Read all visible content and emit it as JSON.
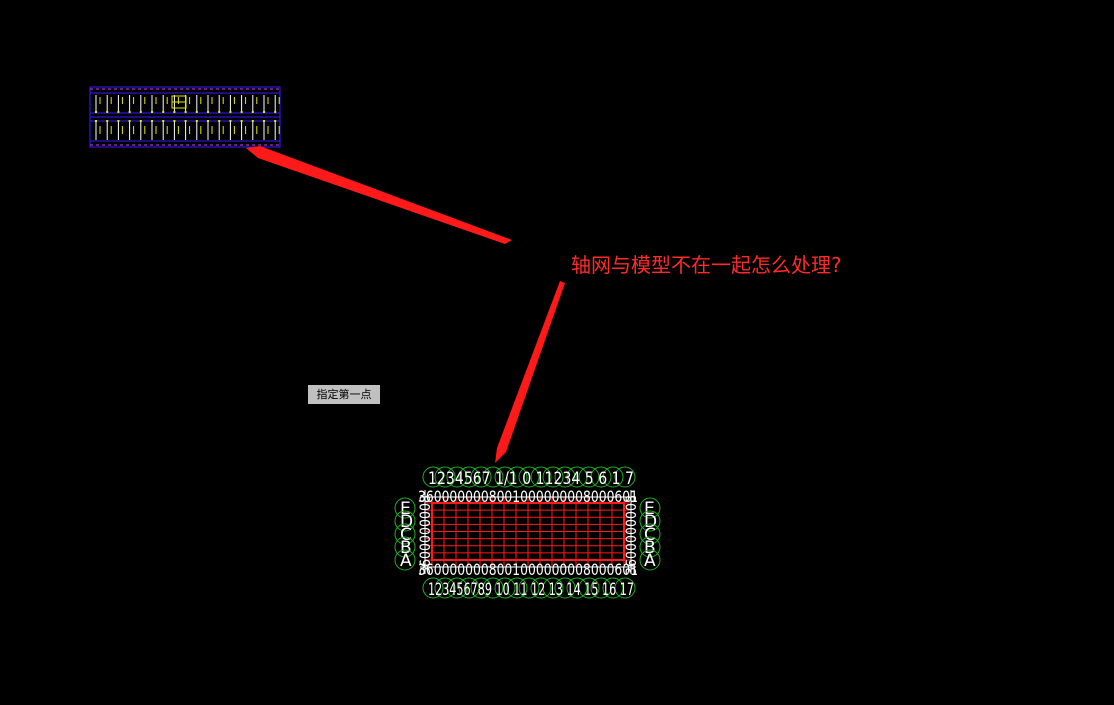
{
  "cad_view": {
    "background_color": "#000000",
    "annotation": {
      "text": "轴网与模型不在一起怎么处理?",
      "color": "#ff2a2a"
    },
    "command_prompt": {
      "text": "指定第一点"
    },
    "model": {
      "outline_color": "#3a1cff",
      "column_color": "#e6e60a",
      "accent_color": "#d03cff",
      "wall_color": "#ffffff"
    },
    "axis_grid": {
      "grid_color": "#ff1a1a",
      "bubble_color": "#20b020",
      "label_color": "#ffffff",
      "top_numbers": "1234567 1/1 0 11234 5 6 1 7",
      "bottom_numbers": "123456789 10 11 12 13 14 15 16 17",
      "left_letters": [
        "E",
        "D",
        "C",
        "B",
        "A"
      ],
      "right_letters": [
        "E",
        "D",
        "C",
        "B",
        "A"
      ],
      "dimension_row": "3600000008001000000008000601"
    },
    "arrow_color": "#ff1a1a"
  }
}
